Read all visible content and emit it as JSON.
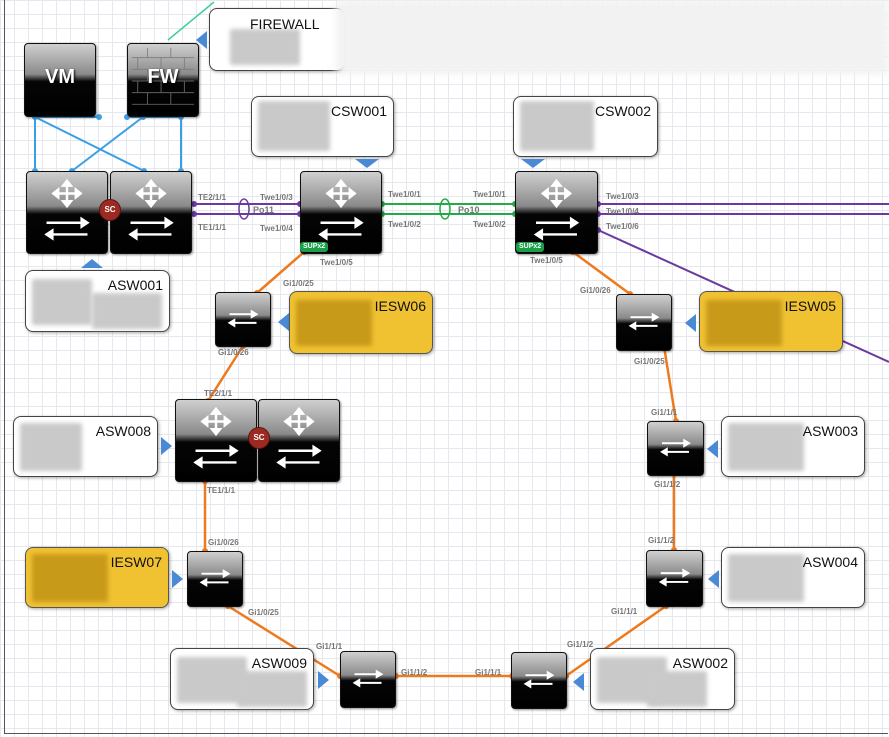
{
  "devices": {
    "vm": {
      "label": "VM"
    },
    "fw": {
      "label": "FW"
    },
    "firewall": {
      "label": "FIREWALL"
    },
    "csw001": {
      "label": "CSW001"
    },
    "csw002": {
      "label": "CSW002"
    },
    "asw001": {
      "label": "ASW001",
      "sc": "SC"
    },
    "iesw06": {
      "label": "IESW06"
    },
    "iesw05": {
      "label": "IESW05"
    },
    "asw008": {
      "label": "ASW008",
      "sc": "SC"
    },
    "asw003": {
      "label": "ASW003"
    },
    "iesw07": {
      "label": "IESW07"
    },
    "asw004": {
      "label": "ASW004"
    },
    "asw009": {
      "label": "ASW009"
    },
    "asw002": {
      "label": "ASW002"
    }
  },
  "badges": {
    "sup_left": "SUPx2",
    "sup_right": "SUPx2"
  },
  "ports": {
    "te2_1_1_a": "TE2/1/1",
    "te1_1_1_a": "TE1/1/1",
    "twe1_0_3_c1": "Twe1/0/3",
    "twe1_0_4_c1": "Twe1/0/4",
    "po11": "Po11",
    "twe1_0_1_c1": "Twe1/0/1",
    "twe1_0_2_c1": "Twe1/0/2",
    "po10": "Po10",
    "twe1_0_1_c2": "Twe1/0/1",
    "twe1_0_2_c2": "Twe1/0/2",
    "twe1_0_3_c2": "Twe1/0/3",
    "twe1_0_4_c2": "Twe1/0/4",
    "twe1_0_6_c2": "Twe1/0/6",
    "twe1_0_5_c1": "Twe1/0/5",
    "twe1_0_5_c2": "Twe1/0/5",
    "gi1_0_25_i6": "Gi1/0/25",
    "gi1_0_26_i6": "Gi1/0/26",
    "gi1_0_26_i5": "Gi1/0/26",
    "gi1_0_25_i5": "Gi1/0/25",
    "te2_1_1_b": "TE2/1/1",
    "te1_1_1_b": "TE1/1/1",
    "gi1_1_1_a3": "Gi1/1/1",
    "gi1_1_2_a3": "Gi1/1/2",
    "gi1_0_26_i7": "Gi1/0/26",
    "gi1_0_25_i7": "Gi1/0/25",
    "gi1_1_2_a4": "Gi1/1/2",
    "gi1_1_1_a4": "Gi1/1/1",
    "gi1_1_1_a9": "Gi1/1/1",
    "gi1_1_2_a9": "Gi1/1/2",
    "gi1_1_1_a2": "Gi1/1/1",
    "gi1_1_2_a2": "Gi1/1/2"
  },
  "colors": {
    "orange": "#ee7a1e",
    "purple": "#6a3aa0",
    "green": "#22aa44",
    "blue": "#3aa0e6"
  }
}
